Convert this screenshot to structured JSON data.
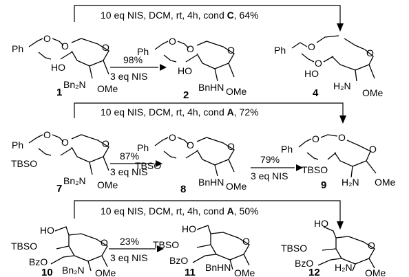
{
  "rows": [
    {
      "condition": {
        "prefix": "10 eq NIS, DCM, rt, 4h, cond ",
        "cond": "C",
        "yield": ", 64%"
      },
      "step_yields": [
        "98%"
      ],
      "reagent": "3 eq NIS",
      "compounds": [
        {
          "label": "1",
          "protect": [
            "Ph",
            "O",
            "O"
          ],
          "oh": "HO",
          "amine": "Bn₂N",
          "ome": "OMe",
          "ring_o": "O"
        },
        {
          "label": "2",
          "protect": [
            "Ph",
            "O",
            "O"
          ],
          "oh": "HO",
          "amine": "BnHN",
          "ome": "OMe",
          "ring_o": "O"
        },
        {
          "label": "4",
          "protect": [
            "Ph",
            "O",
            "O"
          ],
          "oh": "HO",
          "amine": "H₂N",
          "ome": "OMe",
          "ring_o": "O"
        }
      ]
    },
    {
      "condition": {
        "prefix": "10 eq NIS, DCM, rt, 4h, cond ",
        "cond": "A",
        "yield": ", 72%"
      },
      "step_yields": [
        "87%",
        "79%"
      ],
      "reagent": "3 eq NIS",
      "compounds": [
        {
          "label": "7",
          "protect": [
            "Ph",
            "O",
            "O"
          ],
          "oh": "TBSO",
          "amine": "Bn₂N",
          "ome": "OMe",
          "ring_o": "O"
        },
        {
          "label": "8",
          "protect": [
            "Ph",
            "O",
            "O"
          ],
          "oh": "TBSO",
          "amine": "BnHN",
          "ome": "OMe",
          "ring_o": "O"
        },
        {
          "label": "9",
          "protect": [
            "Ph",
            "O",
            "O"
          ],
          "oh": "TBSO",
          "amine": "H₂N",
          "ome": "OMe",
          "ring_o": "O"
        }
      ]
    },
    {
      "condition": {
        "prefix": "10 eq NIS, DCM, rt, 4h, cond ",
        "cond": "A",
        "yield": ", 50%"
      },
      "step_yields": [
        "23%"
      ],
      "reagent": "3 eq NIS",
      "compounds": [
        {
          "label": "10",
          "ho6": "HO",
          "o4": "TBSO",
          "o3": "BzO",
          "amine": "Bn₂N",
          "ome": "OMe",
          "ring_o": "O"
        },
        {
          "label": "11",
          "ho6": "HO",
          "o4": "TBSO",
          "o3": "BzO",
          "amine": "BnHN",
          "ome": "OMe",
          "ring_o": "O"
        },
        {
          "label": "12",
          "ho6": "HO",
          "o4": "TBSO",
          "o3": "BzO",
          "amine": "H₂N",
          "ome": "OMe",
          "ring_o": "O"
        }
      ]
    }
  ]
}
